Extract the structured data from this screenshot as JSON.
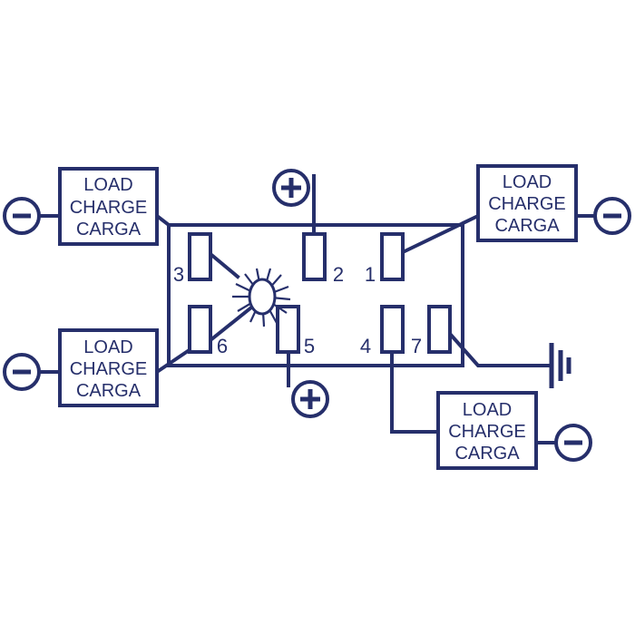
{
  "colors": {
    "ink": "#262f6b",
    "background": "#ffffff"
  },
  "load_box": {
    "line1": "LOAD",
    "line2": "CHARGE",
    "line3": "CARGA"
  },
  "terminals": {
    "t1": "1",
    "t2": "2",
    "t3": "3",
    "t4": "4",
    "t5": "5",
    "t6": "6",
    "t7": "7"
  },
  "symbols": {
    "positive": "plus-terminal-icon",
    "negative": "minus-terminal-icon",
    "ground": "ground-icon",
    "lamp": "indicator-lamp-icon"
  }
}
